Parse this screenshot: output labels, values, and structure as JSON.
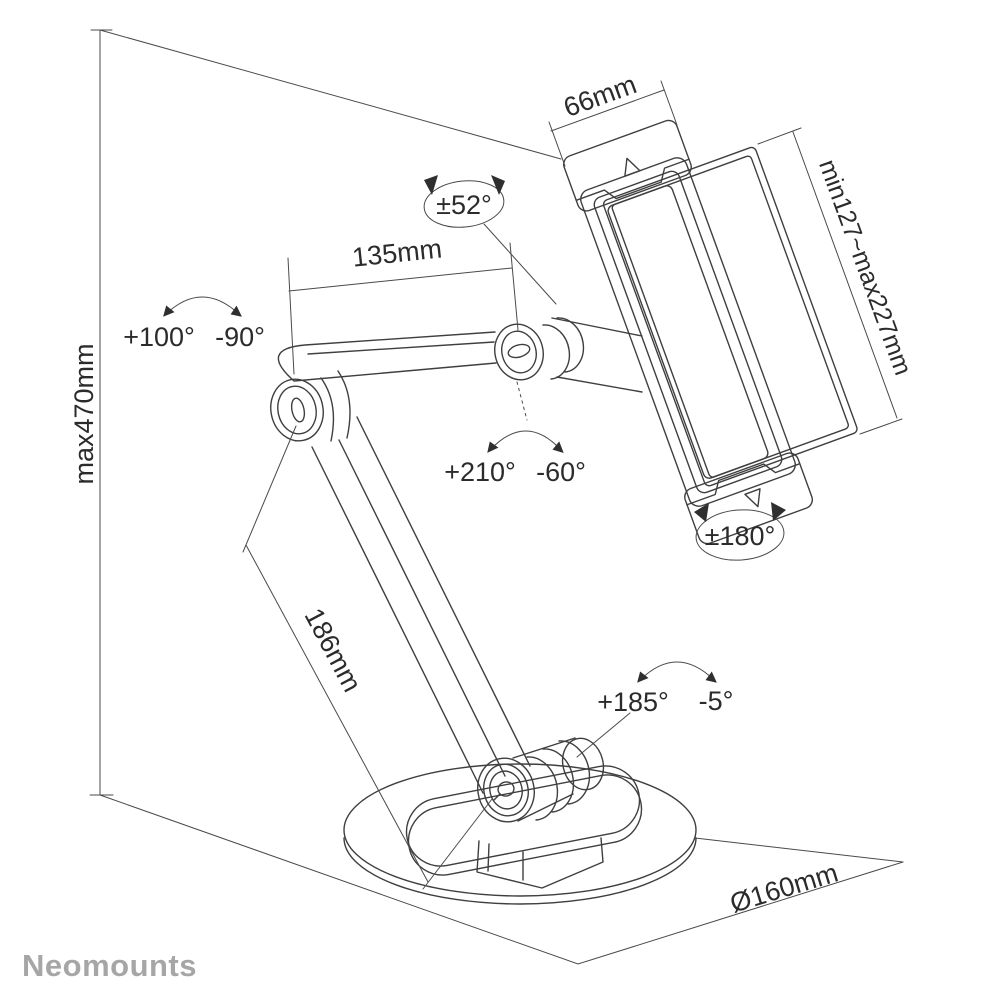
{
  "brand": {
    "logo_text": "Neomounts",
    "logo_color": "#a6a6a6"
  },
  "colors": {
    "line": "#3f3f3f",
    "dimension_line": "#4a4a4a",
    "text": "#2b2b2b",
    "background": "#ffffff"
  },
  "dimensions": {
    "total_height": "max470mm",
    "holder_width": "66mm",
    "holder_height_range": "min127~max227mm",
    "upper_arm_length": "135mm",
    "lower_arm_length": "186mm",
    "base_diameter": "Ø160mm"
  },
  "rotations": {
    "holder_tilt": "±52°",
    "holder_rotation": "±180°",
    "elbow_positive": "+100°",
    "elbow_negative": "-90°",
    "wrist_positive": "+210°",
    "wrist_negative": "-60°",
    "base_positive": "+185°",
    "base_negative": "-5°"
  }
}
